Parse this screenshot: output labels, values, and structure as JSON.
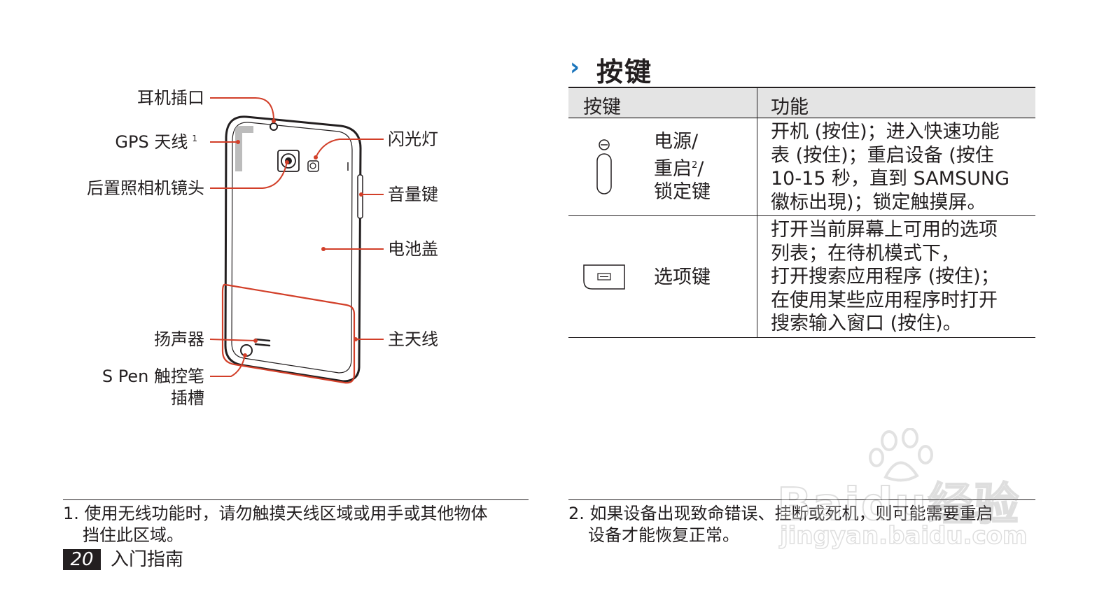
{
  "diagram": {
    "labels": {
      "headset_jack": "耳机插口",
      "gps_antenna": "GPS 天线",
      "gps_antenna_note": "1",
      "rear_camera": "后置照相机镜头",
      "speaker": "扬声器",
      "spen_slot_line1": "S Pen 触控笔",
      "spen_slot_line2": "插槽",
      "flash": "闪光灯",
      "volume_key": "音量键",
      "battery_cover": "电池盖",
      "main_antenna": "主天线"
    }
  },
  "section": {
    "title": "按键"
  },
  "keys_table": {
    "headers": [
      "按键",
      "功能"
    ],
    "rows": [
      {
        "icon": "power-key-icon",
        "name_lines": [
          "电源/",
          "重启",
          "/",
          "锁定键"
        ],
        "name_note": "2",
        "function_lines": [
          "开机 (按住)；进入快速功能",
          "表 (按住)；重启设备 (按住",
          "10-15 秒，直到 SAMSUNG",
          "徽标出現)；锁定触摸屏。"
        ]
      },
      {
        "icon": "menu-key-icon",
        "name_lines": [
          "选项键"
        ],
        "function_lines": [
          "打开当前屏幕上可用的选项",
          "列表；在待机模式下，",
          "打开搜索应用程序 (按住)；",
          "在使用某些应用程序时打开",
          "搜索输入窗口 (按住)。"
        ]
      }
    ]
  },
  "footnotes": {
    "note1_line1": "1. 使用无线功能时，请勿触摸天线区域或用手或其他物体",
    "note1_line2": "挡住此区域。",
    "note2_line1": "2. 如果设备出现致命错误、挂断或死机，则可能需要重启",
    "note2_line2": "设备才能恢复正常。"
  },
  "footer": {
    "page_number": "20",
    "chapter": "入门指南"
  },
  "watermark": {
    "brand_text": "Baidu经验",
    "url_text": "jingyan.baidu.com"
  },
  "colors": {
    "callout": "#d23f29",
    "text": "#231f20",
    "chevron": "#1b75bc",
    "table_header_bg": "#e4e4e4"
  }
}
